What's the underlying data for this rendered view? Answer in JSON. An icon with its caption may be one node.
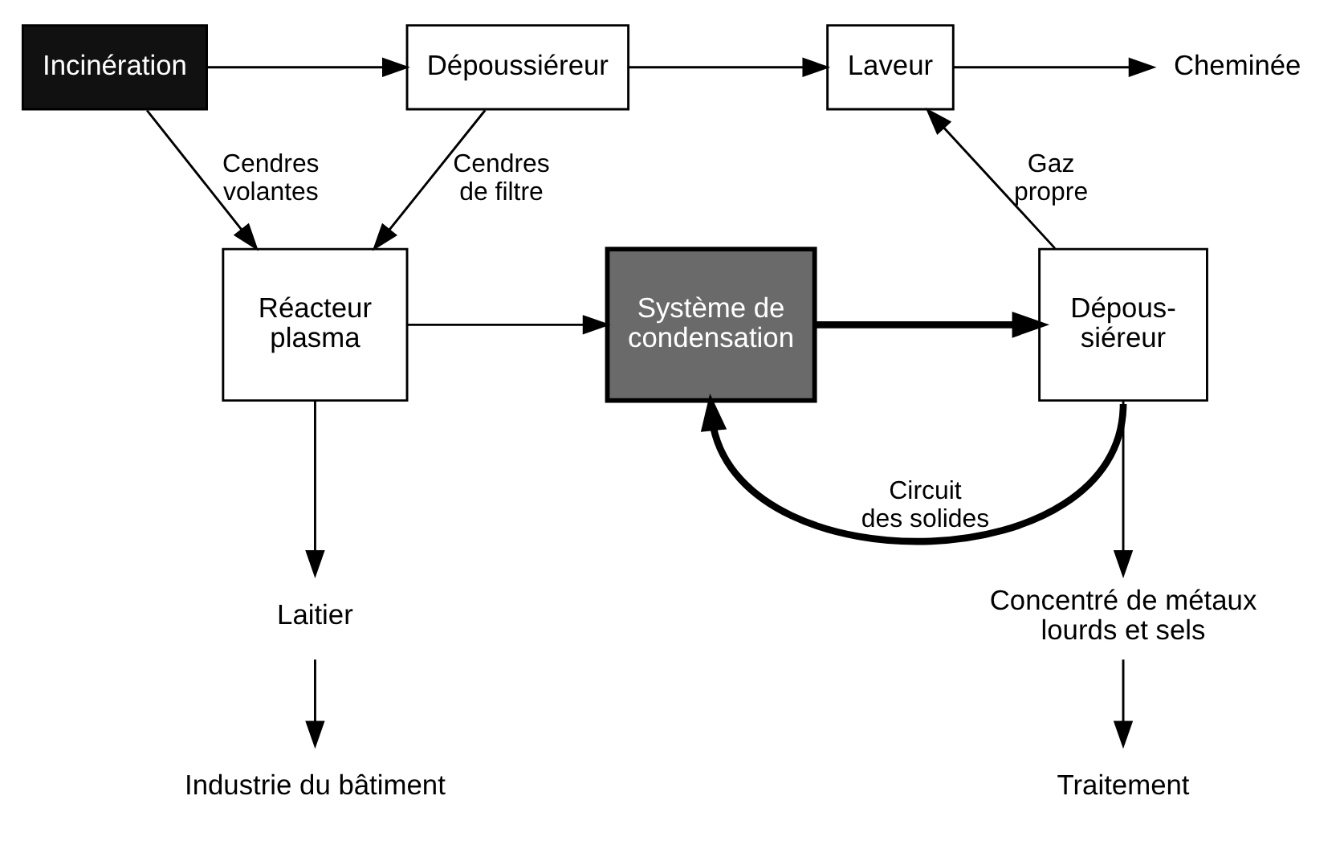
{
  "diagram": {
    "nodes": [
      {
        "text": [
          "Incinération"
        ]
      },
      {
        "text": [
          "Dépoussiéreur"
        ]
      },
      {
        "text": [
          "Laveur"
        ]
      },
      {
        "text": [
          "Cheminée"
        ]
      },
      {
        "text": [
          "Réacteur plasma"
        ]
      },
      {
        "text": [
          "Système de condensation"
        ]
      },
      {
        "text": [
          "Dépous- siéreur"
        ]
      },
      {
        "text": [
          "Laitier"
        ]
      },
      {
        "text": [
          "Industrie du bâtiment"
        ]
      },
      {
        "text": [
          "Concentré de métaux lourds et sels"
        ]
      },
      {
        "text": [
          "Traitement"
        ]
      }
    ],
    "edges": [
      {
        "from": 0,
        "to": 1,
        "arrow": "to"
      },
      {
        "from": 1,
        "to": 2,
        "arrow": "to"
      },
      {
        "from": 2,
        "to": 3,
        "arrow": "to"
      },
      {
        "from": 0,
        "to": 4,
        "arrow": "to",
        "label": "Cendres volantes"
      },
      {
        "from": 1,
        "to": 4,
        "arrow": "to",
        "label": "Cendres de filtre"
      },
      {
        "from": 4,
        "to": 5,
        "arrow": "to"
      },
      {
        "from": 5,
        "to": 6,
        "arrow": "to",
        "style": "thick"
      },
      {
        "from": 6,
        "to": 2,
        "arrow": "to",
        "label": "Gaz propre"
      },
      {
        "from": 6,
        "to": 5,
        "arrow": "to",
        "style": "thick",
        "label": "Circuit des solides"
      },
      {
        "from": 4,
        "to": 7,
        "arrow": "to"
      },
      {
        "from": 7,
        "to": 8,
        "arrow": "to"
      },
      {
        "from": 6,
        "to": 9,
        "arrow": "to"
      },
      {
        "from": 9,
        "to": 10,
        "arrow": "to"
      }
    ]
  }
}
